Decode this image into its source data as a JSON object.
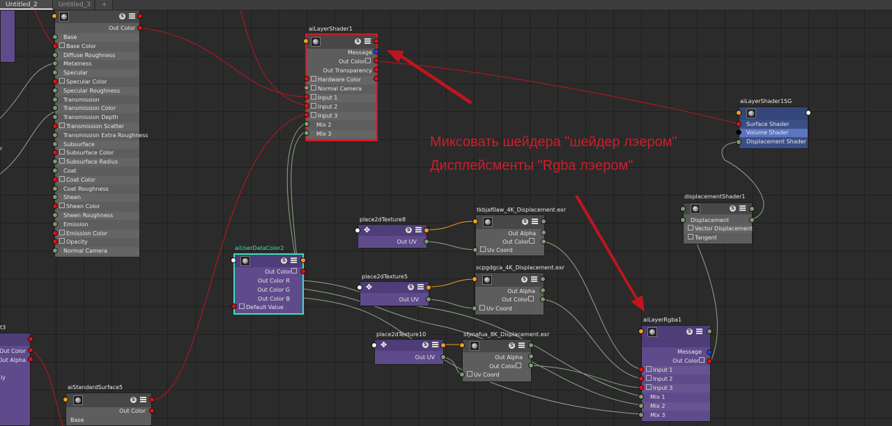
{
  "tabs": [
    {
      "label": "Untitled_2",
      "active": true
    },
    {
      "label": "Untitled_3",
      "active": false
    },
    {
      "label": "+",
      "active": false
    }
  ],
  "annotation": {
    "line1": "Миксовать шейдера \"шейдер лэером\"",
    "line2": "Дисплейсменты \"Rgba лэером\"",
    "color": "#d01c2c"
  },
  "colors": {
    "connection_red": "#c0151f",
    "connection_green": "#8fa88a",
    "selection_red": "#e0141e",
    "selection_teal": "#3fe0c0"
  },
  "nodes": {
    "standard_surface_top": {
      "out_color": "Out Color",
      "attrs": [
        "Base",
        "Base Color",
        "Diffuse Roughness",
        "Metalness",
        "Specular",
        "Specular Color",
        "Specular Roughness",
        "Transmission",
        "Transmission Color",
        "Transmission Depth",
        "Transmission Scatter",
        "Transmission Extra Roughness",
        "Subsurface",
        "Subsurface Color",
        "Subsurface Radius",
        "Coat",
        "Coat Color",
        "Coat Roughness",
        "Sheen",
        "Sheen Color",
        "Sheen Roughness",
        "Emission",
        "Emission Color",
        "Opacity",
        "Normal Camera"
      ]
    },
    "ai_layer_shader1": {
      "title": "aiLayerShader1",
      "attrs": [
        "Message",
        "Out Color",
        "Out Transparency",
        "Hardware Color",
        "Normal Camera",
        "Input 1",
        "Input 2",
        "Input 3",
        "Mix 2",
        "Mix 3"
      ]
    },
    "ai_layer_shader1_sg": {
      "title": "aiLayerShader1SG",
      "attrs": [
        "Surface Shader",
        "Volume Shader",
        "Displacement Shader"
      ]
    },
    "displacement_shader1": {
      "title": "displacementShader1",
      "attrs": [
        "Displacement",
        "Vector Displacement",
        "Tangent"
      ]
    },
    "place2d_texture8": {
      "title": "place2dTexture8",
      "out": "Out UV"
    },
    "place2d_texture5": {
      "title": "place2dTexture5",
      "out": "Out UV"
    },
    "place2d_texture10": {
      "title": "place2dTexture10",
      "out": "Out UV"
    },
    "file_tkb": {
      "title": "tkbjaf0aw_4K_Displacement.exr",
      "attrs": [
        "Out Alpha",
        "Out Color",
        "Uv Coord"
      ]
    },
    "file_scp": {
      "title": "scpgdgca_4K_Displacement.exr",
      "attrs": [
        "Out Alpha",
        "Out Color",
        "Uv Coord"
      ]
    },
    "file_sfj": {
      "title": "sfjmafua_8K_Displacement.exr",
      "attrs": [
        "Out Alpha",
        "Out Color",
        "Uv Coord"
      ]
    },
    "ai_user_data_color2": {
      "title": "aiUserDataColor2",
      "attrs": [
        "Out Color",
        "Out Color R",
        "Out Color G",
        "Out Color B",
        "Default Value"
      ]
    },
    "ai_layer_rgba1": {
      "title": "aiLayerRgba1",
      "attrs": [
        "Message",
        "Out Color",
        "Input 1",
        "Input 2",
        "Input 3",
        "Mix 1",
        "Mix 2",
        "Mix 3"
      ]
    },
    "ai_standard_surface5": {
      "title": "aiStandardSurface5",
      "out": "Out Color",
      "attrs": [
        "Base"
      ]
    },
    "left_bottom_node": {
      "title_partial": "t3",
      "attrs": [
        "Out Color",
        "Out Alpha",
        "ly"
      ]
    },
    "left_mid_stub": {
      "label_partial": "r"
    }
  }
}
